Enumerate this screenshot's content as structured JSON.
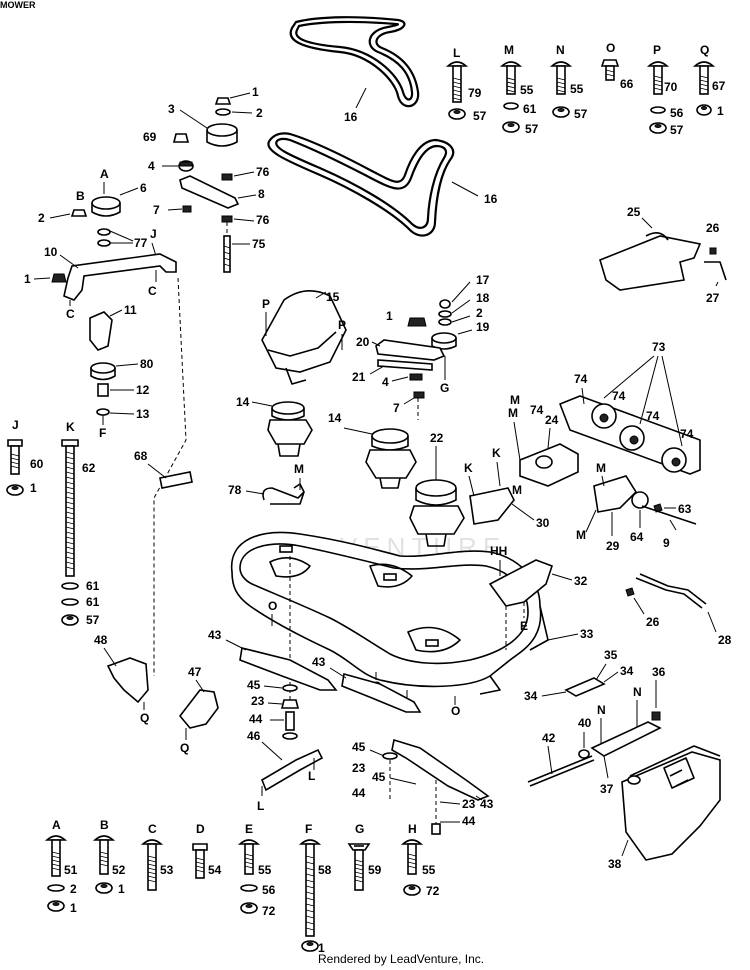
{
  "header": {
    "cropped_title": "MOWER"
  },
  "footer": {
    "rendered_by": "Rendered by LeadVenture, Inc."
  },
  "watermark": {
    "text": "LEADVENTURE"
  },
  "hardware_keys": [
    {
      "letter": "L",
      "parts": [
        "79",
        "57"
      ]
    },
    {
      "letter": "M",
      "parts": [
        "55",
        "61",
        "57"
      ]
    },
    {
      "letter": "N",
      "parts": [
        "55",
        "57"
      ]
    },
    {
      "letter": "O",
      "parts": [
        "66"
      ]
    },
    {
      "letter": "P",
      "parts": [
        "70",
        "56",
        "57"
      ]
    },
    {
      "letter": "Q",
      "parts": [
        "67",
        "1"
      ]
    },
    {
      "letter": "J",
      "parts": [
        "60",
        "1"
      ]
    },
    {
      "letter": "K",
      "parts": [
        "62",
        "61",
        "61",
        "57"
      ]
    },
    {
      "letter": "A",
      "parts": [
        "51",
        "2",
        "1"
      ]
    },
    {
      "letter": "B",
      "parts": [
        "52",
        "1"
      ]
    },
    {
      "letter": "C",
      "parts": [
        "53"
      ]
    },
    {
      "letter": "D",
      "parts": [
        "54"
      ]
    },
    {
      "letter": "E",
      "parts": [
        "55",
        "56",
        "72"
      ]
    },
    {
      "letter": "F",
      "parts": [
        "58",
        "1"
      ]
    },
    {
      "letter": "G",
      "parts": [
        "59"
      ]
    },
    {
      "letter": "H",
      "parts": [
        "55",
        "72"
      ]
    }
  ],
  "callouts": {
    "c1a": "1",
    "c2a": "2",
    "c3": "3",
    "c69": "69",
    "c4a": "4",
    "c76a": "76",
    "c8": "8",
    "c6": "6",
    "c2b": "2",
    "c77": "77",
    "c7a": "7",
    "c76b": "76",
    "c75": "75",
    "c10": "10",
    "c1b": "1",
    "c11": "11",
    "c80": "80",
    "c12": "12",
    "c13": "13",
    "c16a": "16",
    "c16b": "16",
    "c15": "15",
    "c17": "17",
    "c18": "18",
    "c1c": "1",
    "c2c": "2",
    "c19": "19",
    "c20": "20",
    "c21": "21",
    "c4b": "4",
    "c7b": "7",
    "c14a": "14",
    "c14b": "14",
    "c22": "22",
    "c68": "68",
    "c78": "78",
    "c25": "25",
    "c26a": "26",
    "c27": "27",
    "c73": "73",
    "c74a": "74",
    "c74b": "74",
    "c74c": "74",
    "c74d": "74",
    "c74e": "74",
    "c24": "24",
    "c30": "30",
    "c63": "63",
    "c9": "9",
    "c29": "29",
    "c64": "64",
    "c32": "32",
    "c26b": "26",
    "c28": "28",
    "c33": "33",
    "c43a": "43",
    "c43b": "43",
    "c43c": "43",
    "c45a": "45",
    "c23a": "23",
    "c44a": "44",
    "c46": "46",
    "c48": "48",
    "c47": "47",
    "c35": "35",
    "c34a": "34",
    "c34b": "34",
    "c36": "36",
    "c40": "40",
    "c42": "42",
    "c37": "37",
    "c38": "38",
    "c45b": "45",
    "c23b": "23",
    "c45c": "45",
    "c23c": "23",
    "c44b": "44",
    "c44c": "44"
  },
  "letters": {
    "lA": "A",
    "lB": "B",
    "lJ": "J",
    "lC1": "C",
    "lC2": "C",
    "lF": "F",
    "lP1": "P",
    "lP2": "P",
    "lG": "G",
    "lM1": "M",
    "lM2": "M",
    "lM3": "M",
    "lM4": "M",
    "lM5": "M",
    "lK": "K",
    "lK2": "K",
    "lM6": "M",
    "lHH": "HH",
    "lE": "E",
    "lO1": "O",
    "lO2": "O",
    "lD": "D",
    "lO3": "O",
    "lQ1": "Q",
    "lQ2": "Q",
    "lL1": "L",
    "lL2": "L",
    "lN1": "N",
    "lN2": "N"
  }
}
